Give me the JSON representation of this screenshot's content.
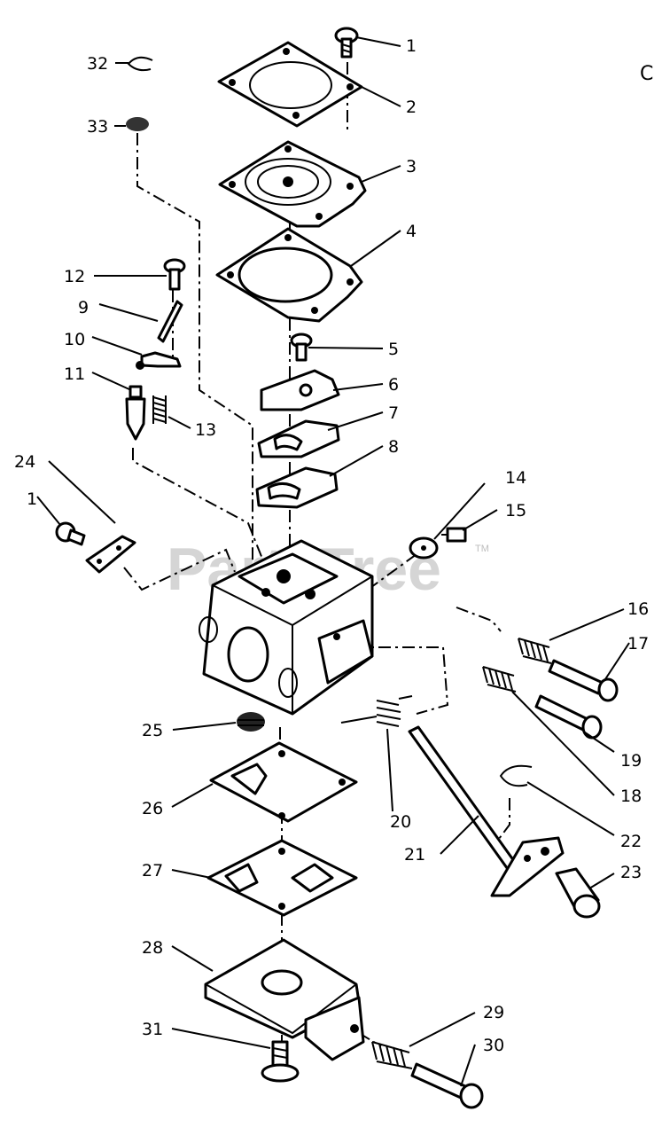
{
  "corner_letter": "C",
  "watermark": {
    "text": "PartsTree",
    "trademark": "TM"
  },
  "callouts": [
    {
      "id": "c1a",
      "label": "1"
    },
    {
      "id": "c2",
      "label": "2"
    },
    {
      "id": "c3",
      "label": "3"
    },
    {
      "id": "c4",
      "label": "4"
    },
    {
      "id": "c5",
      "label": "5"
    },
    {
      "id": "c6",
      "label": "6"
    },
    {
      "id": "c7",
      "label": "7"
    },
    {
      "id": "c8",
      "label": "8"
    },
    {
      "id": "c9",
      "label": "9"
    },
    {
      "id": "c10",
      "label": "10"
    },
    {
      "id": "c11",
      "label": "11"
    },
    {
      "id": "c12",
      "label": "12"
    },
    {
      "id": "c13",
      "label": "13"
    },
    {
      "id": "c14",
      "label": "14"
    },
    {
      "id": "c15",
      "label": "15"
    },
    {
      "id": "c16",
      "label": "16"
    },
    {
      "id": "c17",
      "label": "17"
    },
    {
      "id": "c18",
      "label": "18"
    },
    {
      "id": "c19",
      "label": "19"
    },
    {
      "id": "c20",
      "label": "20"
    },
    {
      "id": "c21",
      "label": "21"
    },
    {
      "id": "c22",
      "label": "22"
    },
    {
      "id": "c23",
      "label": "23"
    },
    {
      "id": "c24",
      "label": "24"
    },
    {
      "id": "c1b",
      "label": "1"
    },
    {
      "id": "c25",
      "label": "25"
    },
    {
      "id": "c26",
      "label": "26"
    },
    {
      "id": "c27",
      "label": "27"
    },
    {
      "id": "c28",
      "label": "28"
    },
    {
      "id": "c29",
      "label": "29"
    },
    {
      "id": "c30",
      "label": "30"
    },
    {
      "id": "c31",
      "label": "31"
    },
    {
      "id": "c32",
      "label": "32"
    },
    {
      "id": "c33",
      "label": "33"
    }
  ]
}
